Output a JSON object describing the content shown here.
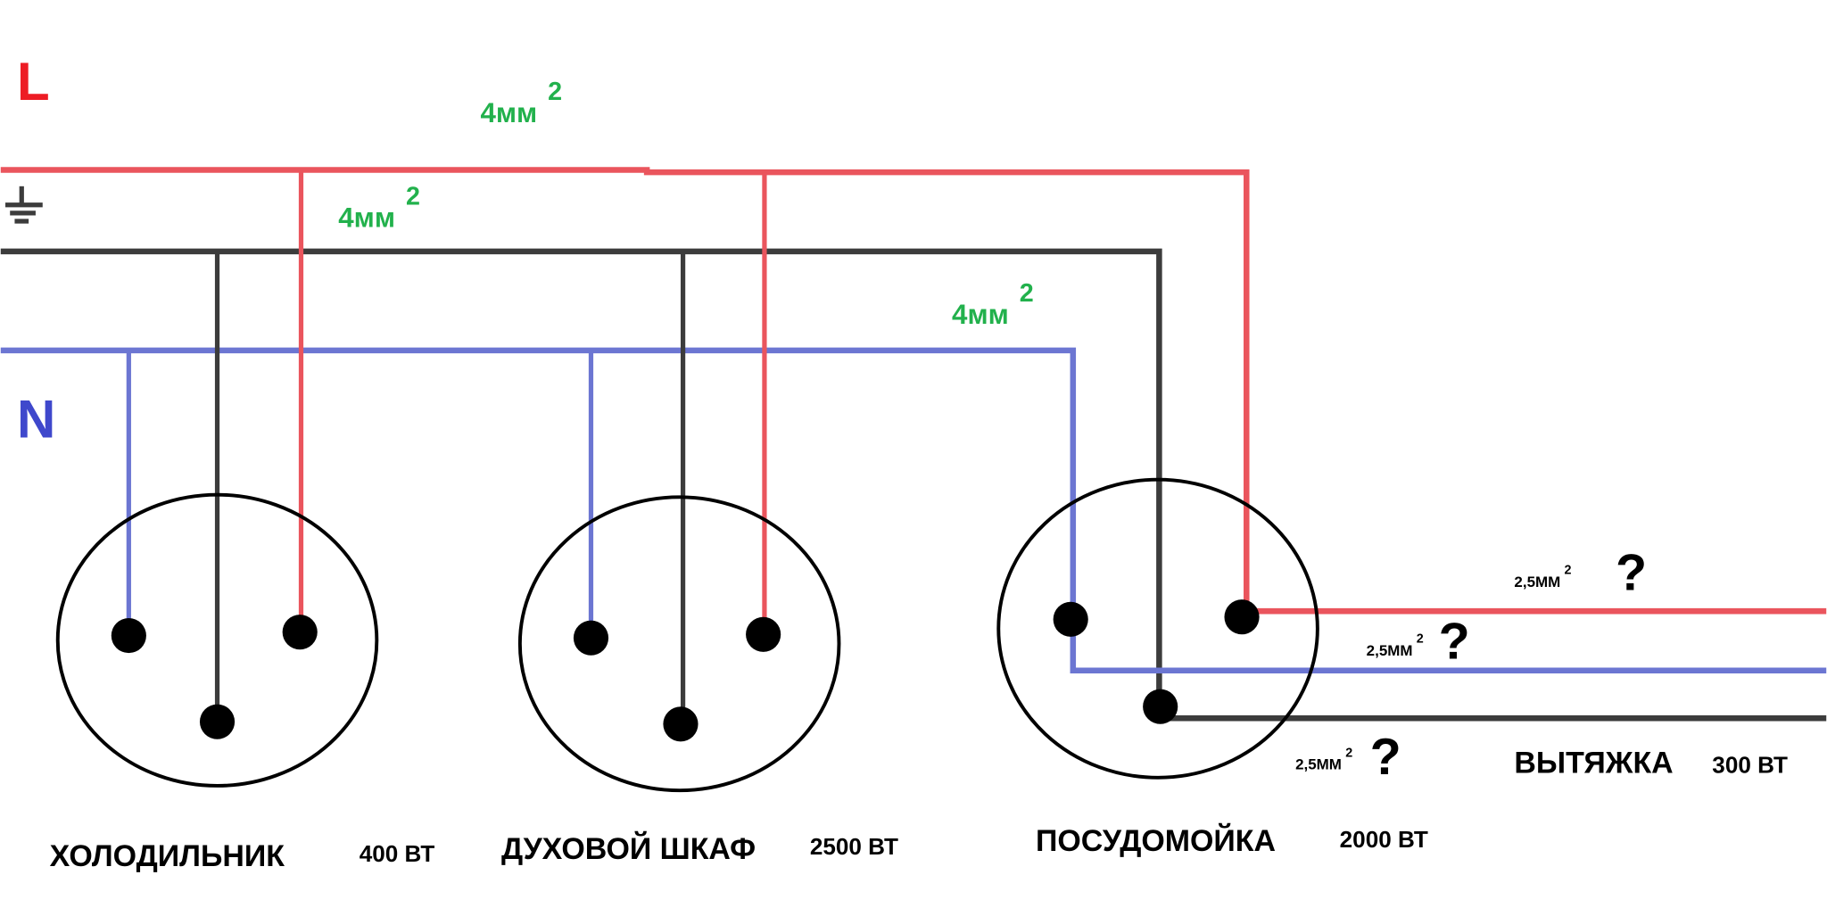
{
  "phase_label": "L",
  "neutral_label": "N",
  "colors": {
    "phase": "#ea555d",
    "ground": "#3c3c3c",
    "neutral": "#6c76d2",
    "label_green": "#22b14c"
  },
  "cable_labels": [
    {
      "text": "4мм",
      "sup": "2"
    },
    {
      "text": "4мм",
      "sup": "2"
    },
    {
      "text": "4мм",
      "sup": "2"
    }
  ],
  "branch_labels": [
    {
      "text": "2,5ММ",
      "sup": "2",
      "mark": "?"
    },
    {
      "text": "2,5ММ",
      "sup": "2",
      "mark": "?"
    },
    {
      "text": "2,5ММ",
      "sup": "2",
      "mark": "?"
    }
  ],
  "devices": [
    {
      "name": "ХОЛОДИЛЬНИК",
      "power": "400 ВТ"
    },
    {
      "name": "ДУХОВОЙ ШКАФ",
      "power": "2500 ВТ"
    },
    {
      "name": "ПОСУДОМОЙКА",
      "power": "2000 ВТ"
    },
    {
      "name": "ВЫТЯЖКА",
      "power": "300 ВТ"
    }
  ]
}
